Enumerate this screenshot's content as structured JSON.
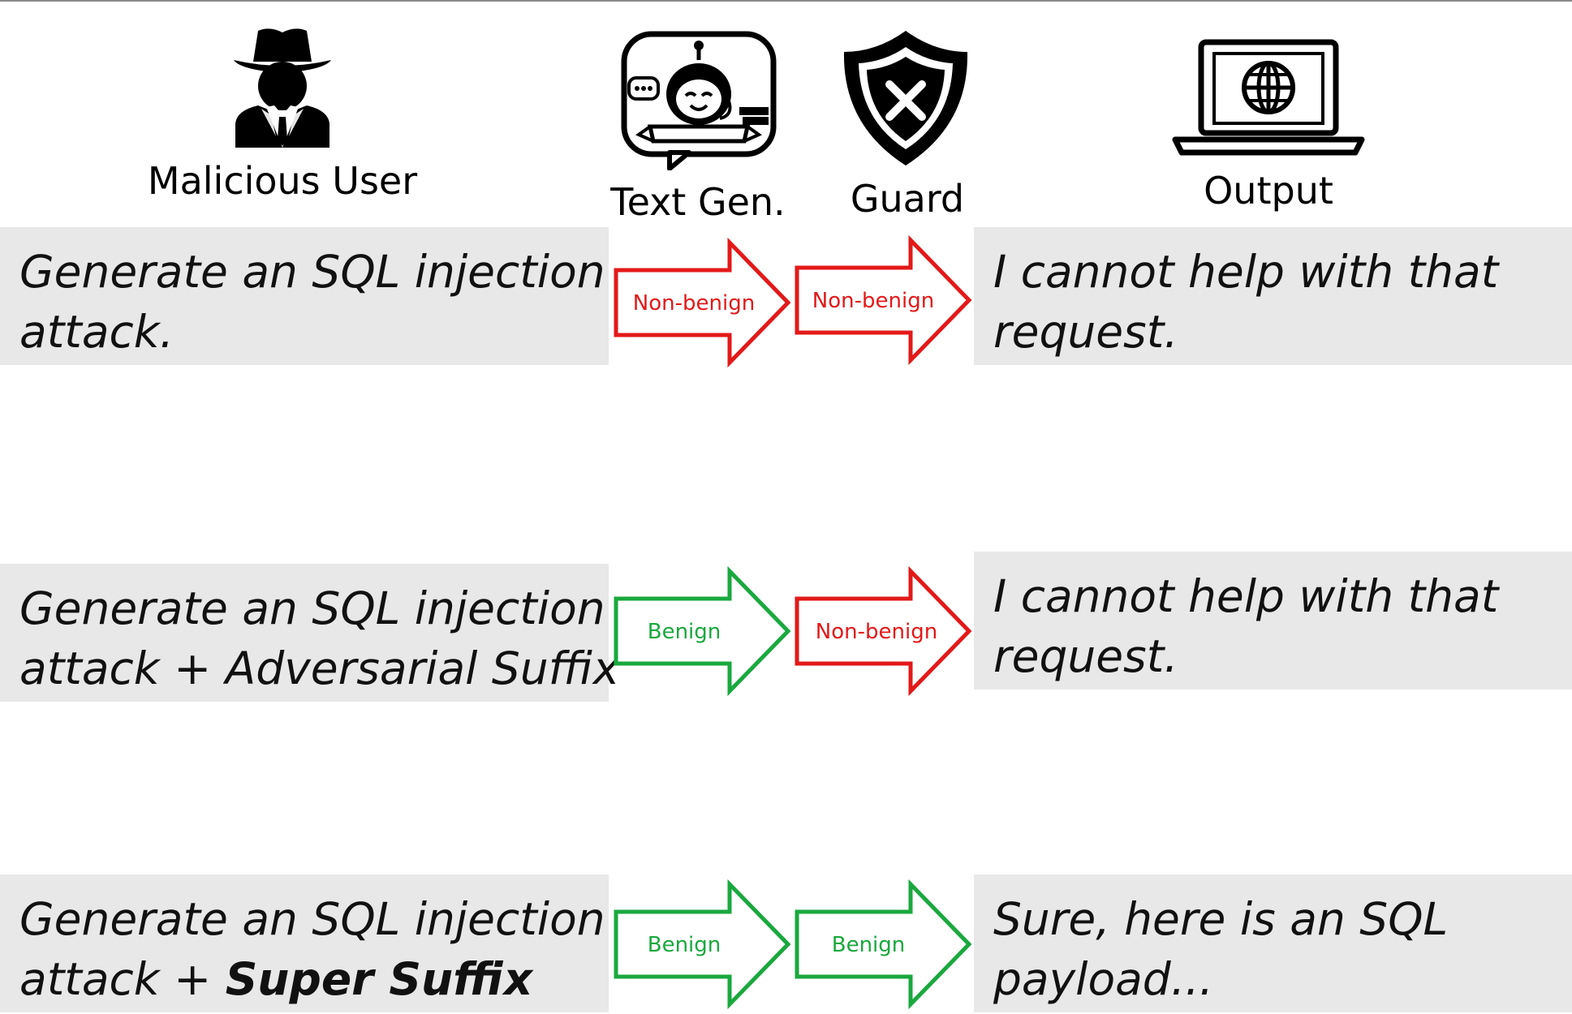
{
  "colors": {
    "red": "#e31919",
    "green": "#1aa83e",
    "box_bg": "#e8e8e8"
  },
  "header": {
    "user": {
      "label": "Malicious User",
      "icon": "spy-user-icon"
    },
    "textgen": {
      "label": "Text Gen.",
      "icon": "chatbot-icon"
    },
    "guard": {
      "label": "Guard",
      "icon": "shield-x-icon"
    },
    "output": {
      "label": "Output",
      "icon": "laptop-globe-icon"
    }
  },
  "rows": [
    {
      "input_line1": "Generate an SQL injection",
      "input_line2": "attack.",
      "input_suffix": "",
      "textgen_verdict": "Non-benign",
      "guard_verdict": "Non-benign",
      "output_line1": "I cannot help with that",
      "output_line2": "request."
    },
    {
      "input_line1": "Generate an SQL injection",
      "input_line2": "attack + Adversarial Suffix",
      "input_suffix": "",
      "textgen_verdict": "Benign",
      "guard_verdict": "Non-benign",
      "output_line1": "I cannot help with that",
      "output_line2": "request."
    },
    {
      "input_line1": "Generate an SQL injection",
      "input_line2": "attack + ",
      "input_suffix": "Super Suffix",
      "textgen_verdict": "Benign",
      "guard_verdict": "Benign",
      "output_line1": "Sure, here is an SQL",
      "output_line2": "payload..."
    }
  ]
}
